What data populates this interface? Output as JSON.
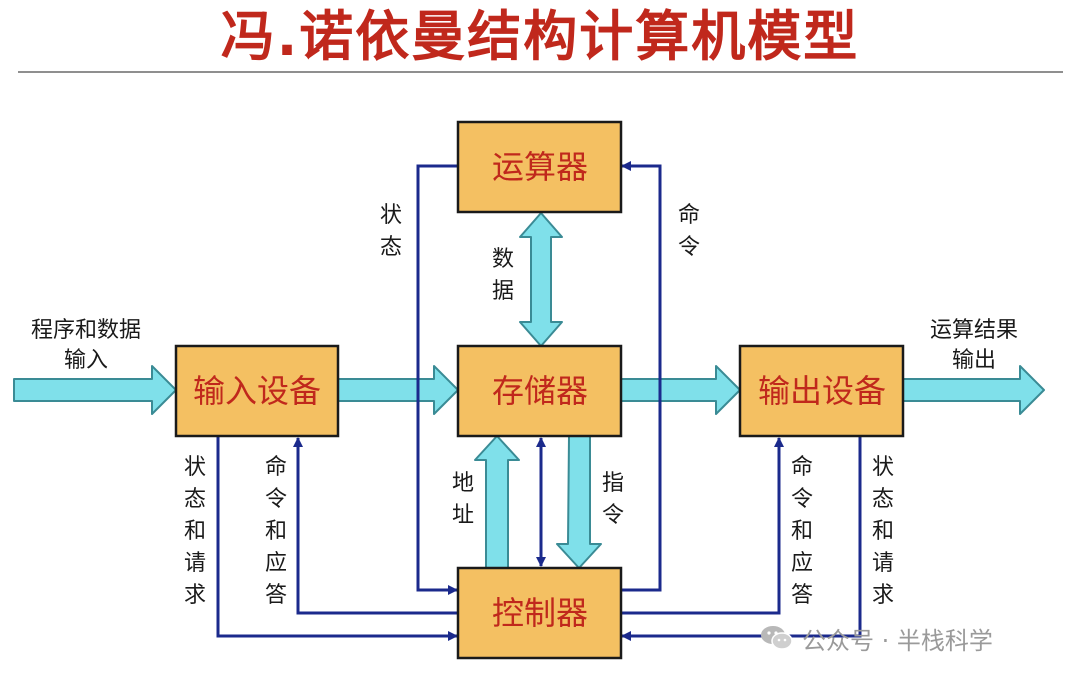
{
  "title": "冯.诺依曼结构计算机模型",
  "boxes": {
    "alu": "运算器",
    "memory": "存储器",
    "control": "控制器",
    "input": "输入设备",
    "output": "输出设备"
  },
  "labels": {
    "input_line1": "程序和数据",
    "input_line2": "输入",
    "output_line1": "运算结果",
    "output_line2": "输出",
    "status_top": [
      "状",
      "态"
    ],
    "command_top": [
      "命",
      "令"
    ],
    "data": [
      "数",
      "据"
    ],
    "address": [
      "地",
      "址"
    ],
    "instruction": [
      "指",
      "令"
    ],
    "in_status_req": [
      "状",
      "态",
      "和",
      "请",
      "求"
    ],
    "in_cmd_resp": [
      "命",
      "令",
      "和",
      "应",
      "答"
    ],
    "out_cmd_resp": [
      "命",
      "令",
      "和",
      "应",
      "答"
    ],
    "out_status_req": [
      "状",
      "态",
      "和",
      "请",
      "求"
    ]
  },
  "watermark": "公众号 · 半栈科学",
  "colors": {
    "title": "#c0281c",
    "box_fill": "#f4c062",
    "box_border": "#1a1a1a",
    "box_text": "#c0281c",
    "thick_arrow": "#7fe0ea",
    "thick_arrow_border": "#3a8b95",
    "thin_line": "#1b2a8c"
  }
}
